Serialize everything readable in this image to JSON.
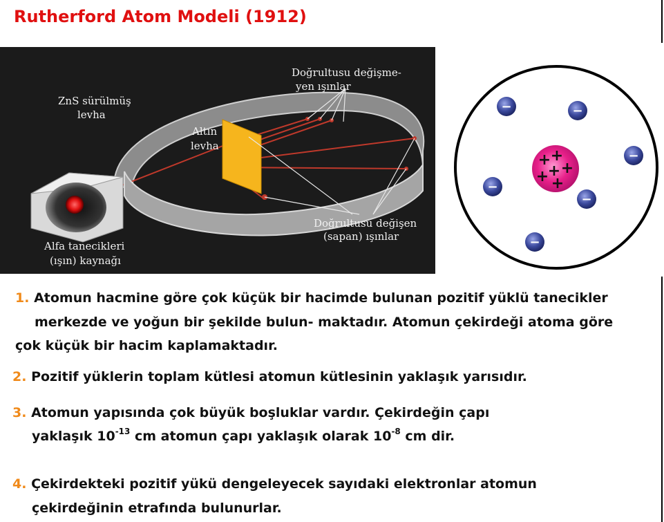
{
  "title": "Rutherford Atom Modeli (1912)",
  "experiment": {
    "labels": {
      "zns_1": "ZnS sürülmüş",
      "zns_2": "levha",
      "gold_1": "Altın",
      "gold_2": "levha",
      "undeflected_1": "Doğrultusu değişme-",
      "undeflected_2": "yen ışınlar",
      "deflected_1": "Doğrultusu değişen",
      "deflected_2": "(sapan) ışınlar",
      "source_1": "Alfa tanecikleri",
      "source_2": "(ışın) kaynağı"
    }
  },
  "atom_model": {
    "nucleus_sign": "+",
    "electron_sign": "−",
    "colors": {
      "nucleus": "#e8208a",
      "electron": "#3c4a9e"
    }
  },
  "points": [
    {
      "number": "1.",
      "lines": [
        "Atomun hacmine göre çok küçük bir hacimde bulunan pozitif yüklü tanecikler",
        "merkezde ve yoğun bir şekilde bulun- maktadır. Atomun çekirdeği atoma göre",
        "çok küçük bir hacim kaplamaktadır."
      ]
    },
    {
      "number": "2.",
      "lines": [
        "Pozitif  yüklerin  toplam  kütlesi  atomun  kütlesinin  yaklaşık yarısıdır."
      ]
    },
    {
      "number": "3.",
      "line1": "Atomun  yapısında  çok  büyük  boşluklar  vardır.  Çekirdeğin çapı",
      "line2_a": "yaklaşık  10",
      "line2_exp1": "-13",
      "line2_b": " cm atomun çapı yaklaşık olarak 10",
      "line2_exp2": "-8",
      "line2_c": " cm dir."
    },
    {
      "number": "4.",
      "lines": [
        "Çekirdekteki pozitif yükü dengeleyecek sayıdaki elektronlar atomun",
        "çekirdeğinin etrafında bulunurlar."
      ]
    }
  ]
}
